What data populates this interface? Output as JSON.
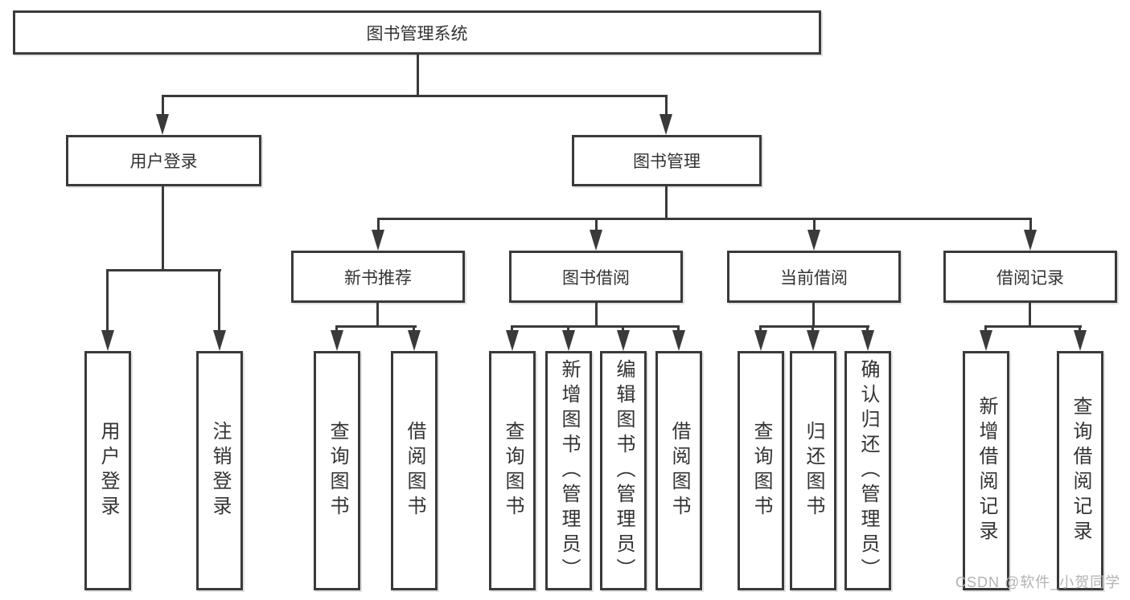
{
  "diagram": {
    "root": "图书管理系统",
    "login": {
      "label": "用户登录",
      "children": [
        "用户登录",
        "注销登录"
      ]
    },
    "manage": {
      "label": "图书管理",
      "sections": {
        "recommend": {
          "label": "新书推荐",
          "children": [
            "查询图书",
            "借阅图书"
          ]
        },
        "borrow": {
          "label": "图书借阅",
          "children": [
            "查询图书",
            "新增图书（管理员）",
            "编辑图书（管理员）",
            "借阅图书"
          ]
        },
        "current": {
          "label": "当前借阅",
          "children": [
            "查询图书",
            "归还图书",
            "确认归还（管理员）"
          ]
        },
        "records": {
          "label": "借阅记录",
          "children": [
            "新增借阅记录",
            "查询借阅记录"
          ]
        }
      }
    }
  },
  "watermark": "CSDN @软件_小贺同学",
  "colors": {
    "line": "#3a3a3a",
    "text": "#333333",
    "watermark": "#b3b3b3",
    "bg": "#ffffff"
  }
}
